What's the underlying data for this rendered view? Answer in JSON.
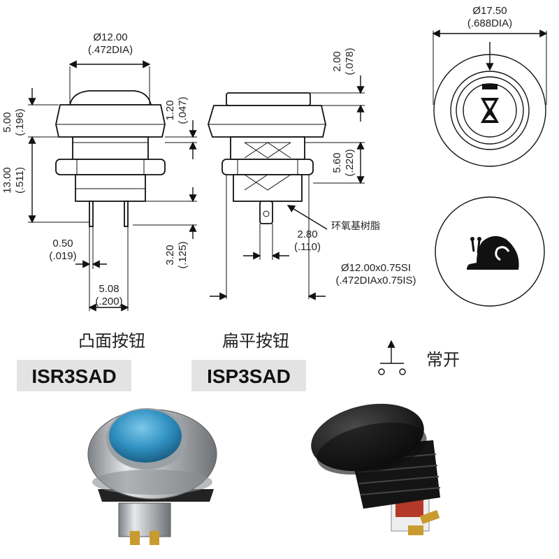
{
  "dims": {
    "head_dia": "Ø12.00",
    "head_dia_in": "(.472DIA)",
    "head_h": "5.00",
    "head_h_in": "(.196)",
    "body_h": "13.00",
    "body_h_in": "(.511)",
    "cap_h": "1.20",
    "cap_h_in": "(.047)",
    "pin_w": "0.50",
    "pin_w_in": "(.019)",
    "pin_len": "3.20",
    "pin_len_in": "(.125)",
    "pin_pitch": "5.08",
    "pin_pitch_in": "(.200)",
    "flat_cap_h": "2.00",
    "flat_cap_h_in": "(.078)",
    "panel": "5.60",
    "panel_in": "(.220)",
    "term_w": "2.80",
    "term_w_in": "(.110)",
    "thread": "Ø12.00x0.75SI",
    "thread_in": "(.472DIAx0.75IS)",
    "bezel_dia": "Ø17.50",
    "bezel_dia_in": "(.688DIA)"
  },
  "epoxy_label": "环氧基树脂",
  "captions": {
    "dome": "凸面按钮",
    "flat": "扁平按钮"
  },
  "models": {
    "dome": "ISR3SAD",
    "flat": "ISP3SAD"
  },
  "normally_open": "常开",
  "colors": {
    "dome_cap": "#2f8fc0",
    "steel": "#b9bcbf",
    "black_body": "#1a1a1a",
    "model_bg": "#e3e3e3"
  }
}
